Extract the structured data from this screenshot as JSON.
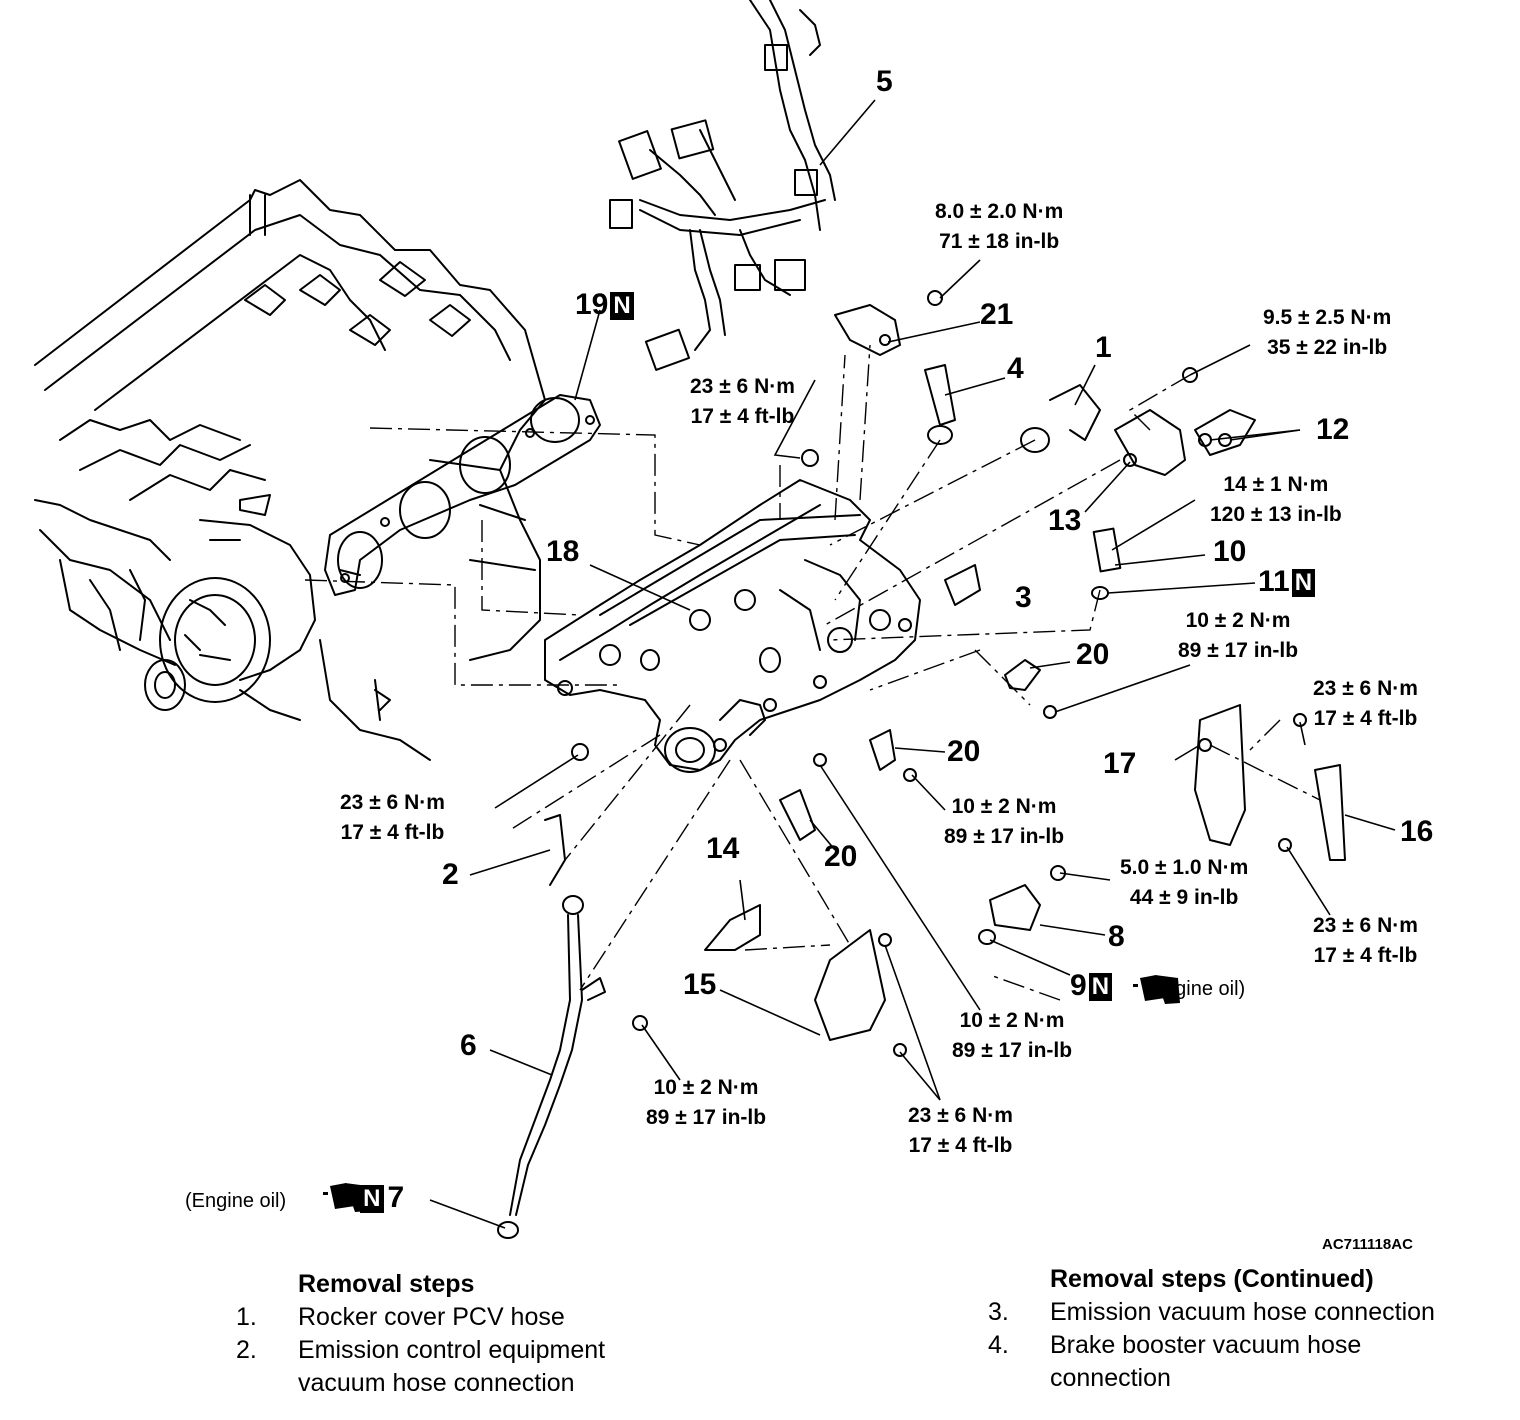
{
  "part_numbers": [
    "1",
    "2",
    "3",
    "4",
    "5",
    "6",
    "7",
    "8",
    "9",
    "10",
    "11",
    "12",
    "13",
    "14",
    "15",
    "16",
    "17",
    "18",
    "19",
    "20",
    "20",
    "20",
    "21"
  ],
  "new_part_marker": "N",
  "engine_oil_note": "(Engine oil)",
  "icons": [
    "engine-oil-can-icon",
    "new-part-n-icon"
  ],
  "torques": {
    "t21": [
      "8.0 ± 2.0 N·m",
      "71 ± 18 in-lb"
    ],
    "t13": [
      "9.5 ± 2.5 N·m",
      "35 ± 22 in-lb"
    ],
    "tcenter": [
      "23 ± 6 N·m",
      "17 ± 4 ft-lb"
    ],
    "t10": [
      "14 ± 1 N·m",
      "120 ± 13 in-lb"
    ],
    "t20a": [
      "10 ± 2 N·m",
      "89 ± 17 in-lb"
    ],
    "t17": [
      "23 ± 6 N·m",
      "17 ± 4 ft-lb"
    ],
    "tleft": [
      "23 ± 6 N·m",
      "17 ± 4 ft-lb"
    ],
    "t20b": [
      "10 ± 2 N·m",
      "89 ± 17 in-lb"
    ],
    "t8": [
      "5.0 ± 1.0 N·m",
      "44 ± 9 in-lb"
    ],
    "t16": [
      "23 ± 6 N·m",
      "17 ± 4 ft-lb"
    ],
    "t20c": [
      "10 ± 2 N·m",
      "89 ± 17 in-lb"
    ],
    "t6": [
      "10 ± 2 N·m",
      "89 ± 17 in-lb"
    ],
    "t15": [
      "23 ± 6 N·m",
      "17 ± 4 ft-lb"
    ]
  },
  "figure_code": "AC711118AC",
  "removal_steps": {
    "title": "Removal steps",
    "items": [
      {
        "n": "1.",
        "text": "Rocker cover PCV hose"
      },
      {
        "n": "2.",
        "text": "Emission control equipment vacuum hose connection"
      }
    ]
  },
  "removal_steps_continued": {
    "title": "Removal steps (Continued)",
    "items": [
      {
        "n": "3.",
        "text": "Emission vacuum hose connection"
      },
      {
        "n": "4.",
        "text": "Brake booster vacuum hose connection"
      }
    ]
  }
}
